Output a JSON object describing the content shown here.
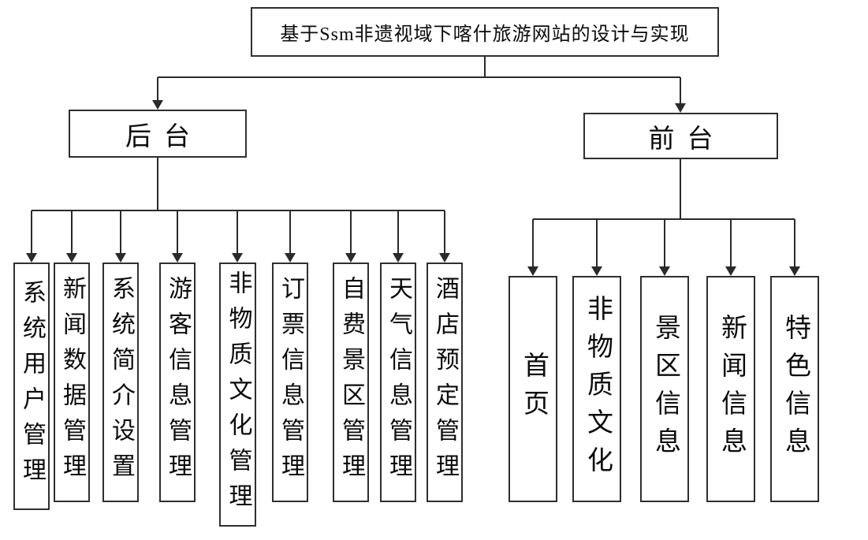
{
  "diagram": {
    "title": "基于Ssm非遗视域下喀什旅游网站的设计与实现",
    "root": {
      "label": "基于Ssm非遗视域下喀什旅游网站的设计与实现"
    },
    "backend": {
      "label": "后台",
      "children": [
        {
          "label": "系统用户管理"
        },
        {
          "label": "新闻数据管理"
        },
        {
          "label": "系统简介设置"
        },
        {
          "label": "游客信息管理"
        },
        {
          "label": "非物质文化管理"
        },
        {
          "label": "订票信息管理"
        },
        {
          "label": "自费景区管理"
        },
        {
          "label": "天气信息管理"
        },
        {
          "label": "酒店预定管理"
        }
      ]
    },
    "frontend": {
      "label": "前台",
      "children": [
        {
          "label": "首页"
        },
        {
          "label": "非物质文化"
        },
        {
          "label": "景区信息"
        },
        {
          "label": "新闻信息"
        },
        {
          "label": "特色信息"
        }
      ]
    },
    "colors": {
      "line": "#2a2a2a",
      "border": "#2f2f2f",
      "background": "#ffffff",
      "text": "#0a0a0a"
    }
  }
}
